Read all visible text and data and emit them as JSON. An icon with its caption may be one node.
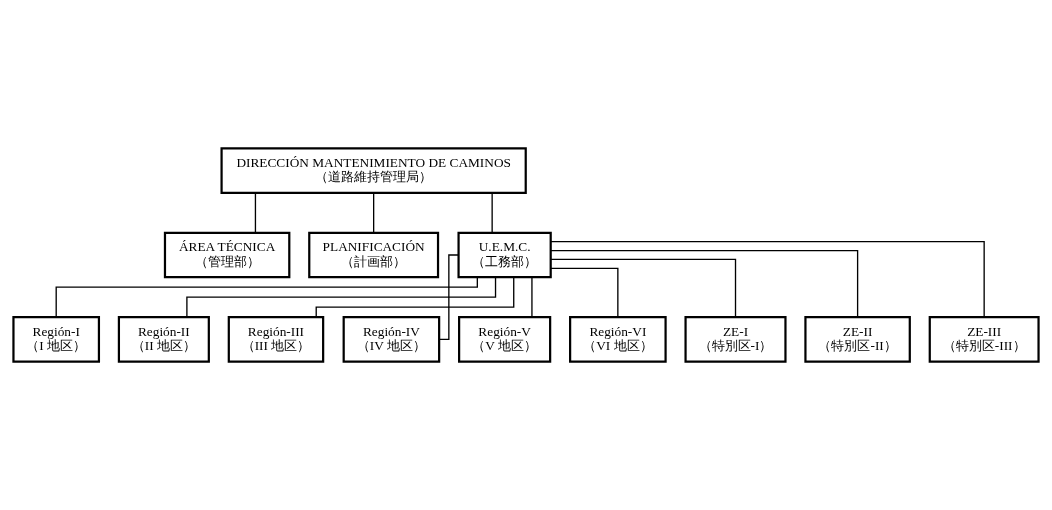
{
  "diagram": {
    "nodes": [
      {
        "text": [
          "DIRECCIÓN MANTENIMIENTO DE CAMINOS",
          "（道路維持管理局）"
        ]
      },
      {
        "text": [
          "ÁREA TÉCNICA",
          "（管理部）"
        ]
      },
      {
        "text": [
          "PLANIFICACIÓN",
          "（計画部）"
        ]
      },
      {
        "text": [
          "U.E.M.C.",
          "（工務部）"
        ]
      },
      {
        "text": [
          "Región-I",
          "（I 地区）"
        ]
      },
      {
        "text": [
          "Región-II",
          "（II 地区）"
        ]
      },
      {
        "text": [
          "Región-III",
          "（III 地区）"
        ]
      },
      {
        "text": [
          "Región-IV",
          "（IV 地区）"
        ]
      },
      {
        "text": [
          "Región-V",
          "（V 地区）"
        ]
      },
      {
        "text": [
          "Región-VI",
          "（VI 地区）"
        ]
      },
      {
        "text": [
          "ZE-I",
          "（特別区-I）"
        ]
      },
      {
        "text": [
          "ZE-II",
          "（特別区-II）"
        ]
      },
      {
        "text": [
          "ZE-III",
          "（特別区-III）"
        ]
      }
    ],
    "edges": [
      {
        "from": 0,
        "to": 1,
        "arrow": "none"
      },
      {
        "from": 0,
        "to": 2,
        "arrow": "none"
      },
      {
        "from": 0,
        "to": 3,
        "arrow": "none"
      },
      {
        "from": 3,
        "to": 4,
        "arrow": "none"
      },
      {
        "from": 3,
        "to": 5,
        "arrow": "none"
      },
      {
        "from": 3,
        "to": 6,
        "arrow": "none"
      },
      {
        "from": 3,
        "to": 7,
        "arrow": "none"
      },
      {
        "from": 3,
        "to": 8,
        "arrow": "none"
      },
      {
        "from": 3,
        "to": 9,
        "arrow": "none"
      },
      {
        "from": 3,
        "to": 10,
        "arrow": "none"
      },
      {
        "from": 3,
        "to": 11,
        "arrow": "none"
      },
      {
        "from": 3,
        "to": 12,
        "arrow": "none"
      }
    ]
  }
}
